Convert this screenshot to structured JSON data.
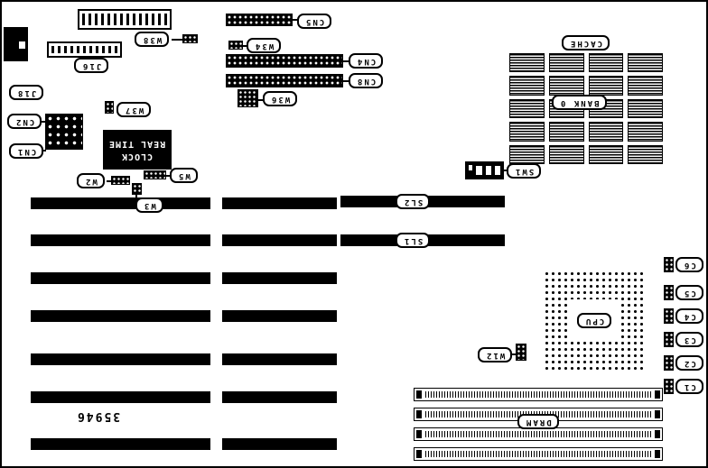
{
  "type": "motherboard-layout-diagram",
  "orientation": "text rotated 180 degrees",
  "labels": {
    "cn5": "CN5",
    "w38": "W38",
    "w34": "W34",
    "cn4": "CN4",
    "cn8": "CN8",
    "cache": "CACHE",
    "bank0": "BANK 0",
    "j16": "J16",
    "j18": "J18",
    "cn2": "CN2",
    "cn1": "CN1",
    "w37": "W37",
    "w36": "W36",
    "rtc_line1": "REAL TIME",
    "rtc_line2": "CLOCK",
    "w2": "W2",
    "w5": "W5",
    "w3": "W3",
    "sw1": "SW1",
    "sl2": "SL2",
    "sl1": "SL1",
    "cpu": "CPU",
    "w12": "W12",
    "c6": "C6",
    "c5": "C5",
    "c4": "C4",
    "c3": "C3",
    "c2": "C2",
    "c1": "C1",
    "dram": "DRAM",
    "part_number": "35946"
  },
  "colors": {
    "ink": "#000000",
    "paper": "#ffffff"
  }
}
